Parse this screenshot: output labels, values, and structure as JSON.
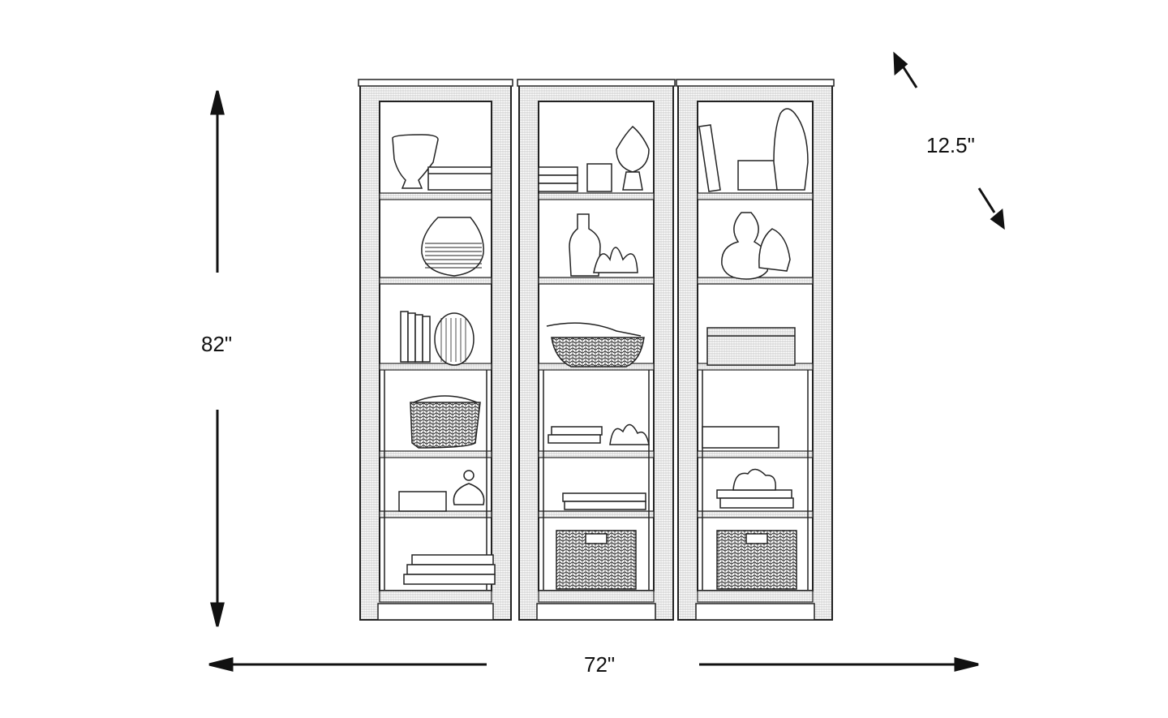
{
  "dimensions": {
    "height": "82\"",
    "width": "72\"",
    "depth": "12.5\""
  },
  "units": "inches",
  "bookcase_count": 3,
  "shelves_per_bookcase": 6,
  "colors": {
    "line": "#111111",
    "background": "#ffffff",
    "frame_texture": "#8a8a8a"
  }
}
